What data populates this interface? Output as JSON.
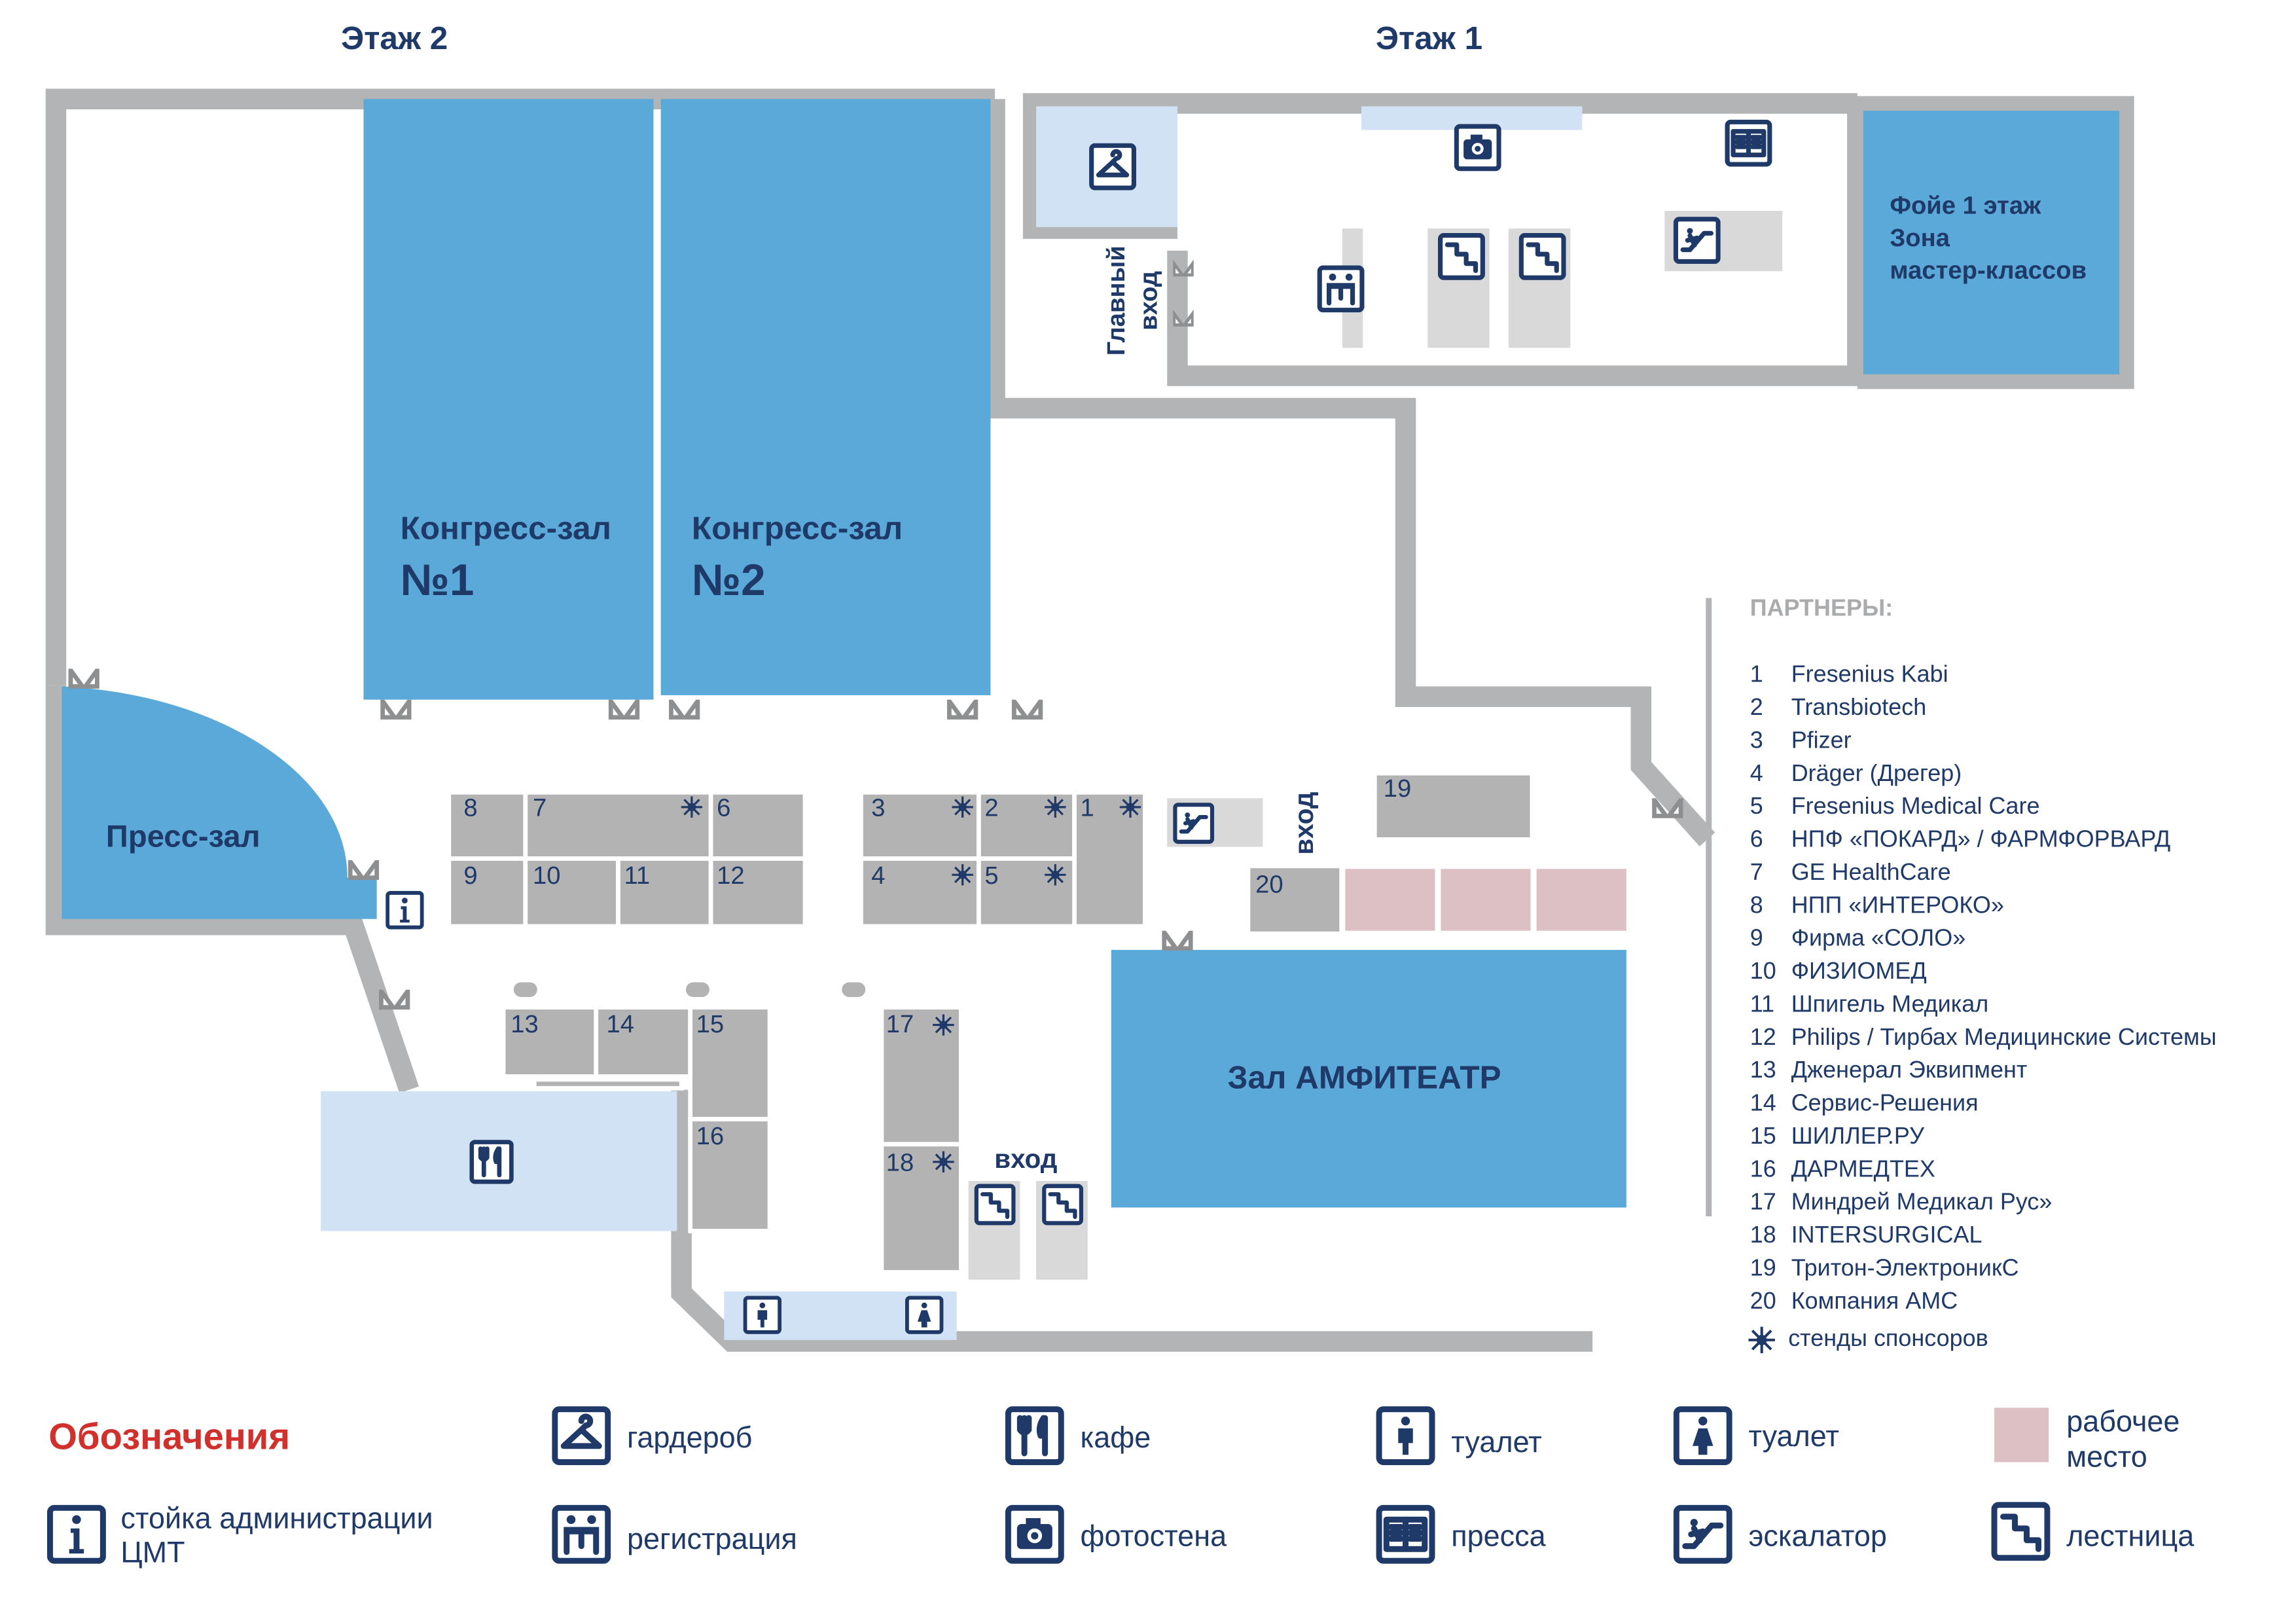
{
  "floors": {
    "floor2": "Этаж 2",
    "floor1": "Этаж 1"
  },
  "rooms": {
    "hall1_line1": "Конгресс-зал",
    "hall1_line2": "№1",
    "hall2_line1": "Конгресс-зал",
    "hall2_line2": "№2",
    "press_hall": "Пресс-зал",
    "foyer_line1": "Фойе 1 этаж",
    "foyer_line2": "Зона",
    "foyer_line3": "мастер-классов",
    "amphitheatre": "Зал АМФИТЕАТР",
    "main_entrance_line1": "Главный",
    "main_entrance_line2": "вход",
    "entrance_upper": "вход",
    "entrance_lower": "вход"
  },
  "booths": [
    "1",
    "2",
    "3",
    "4",
    "5",
    "6",
    "7",
    "8",
    "9",
    "10",
    "11",
    "12",
    "13",
    "14",
    "15",
    "16",
    "17",
    "18",
    "19",
    "20"
  ],
  "partners": {
    "title": "ПАРТНЕРЫ:",
    "items": [
      {
        "num": "1",
        "name": "Fresenius Kabi"
      },
      {
        "num": "2",
        "name": "Transbiotech"
      },
      {
        "num": "3",
        "name": "Pfizer"
      },
      {
        "num": "4",
        "name": "Dräger (Дрегер)"
      },
      {
        "num": "5",
        "name": "Fresenius Medical Care"
      },
      {
        "num": "6",
        "name": "НПФ «ПОКАРД» / ФАРМФОРВАРД"
      },
      {
        "num": "7",
        "name": "GE HealthCare"
      },
      {
        "num": "8",
        "name": "НПП «ИНТЕРОКО»"
      },
      {
        "num": "9",
        "name": "Фирма «СОЛО»"
      },
      {
        "num": "10",
        "name": "ФИЗИОМЕД"
      },
      {
        "num": "11",
        "name": "Шпигель Медикал"
      },
      {
        "num": "12",
        "name": "Philips / Тирбах Медицинские Системы"
      },
      {
        "num": "13",
        "name": "Дженерал Эквипмент"
      },
      {
        "num": "14",
        "name": "Сервис-Решения"
      },
      {
        "num": "15",
        "name": "ШИЛЛЕР.РУ"
      },
      {
        "num": "16",
        "name": "ДАРМЕДТЕХ"
      },
      {
        "num": "17",
        "name": "Миндрей Медикал Рус»"
      },
      {
        "num": "18",
        "name": "INTERSURGICAL"
      },
      {
        "num": "19",
        "name": "Тритон-ЭлектроникС"
      },
      {
        "num": "20",
        "name": "Компания АМС"
      }
    ],
    "sponsor_note": "стенды спонсоров"
  },
  "legend": {
    "title": "Обозначения",
    "cloakroom": "гардероб",
    "cafe": "кафе",
    "toilet_male": "туалет",
    "toilet_female": "туалет",
    "workplace_line1": "рабочее",
    "workplace_line2": "место",
    "admin_line1": "стойка администрации",
    "admin_line2": "ЦМТ",
    "registration": "регистрация",
    "photowall": "фотостена",
    "press": "пресса",
    "escalator": "эскалатор",
    "stairs": "лестница"
  },
  "icons": [
    "cloakroom-icon",
    "cafe-icon",
    "toilet-male-icon",
    "toilet-female-icon",
    "info-icon",
    "registration-icon",
    "photowall-icon",
    "press-icon",
    "escalator-icon",
    "stairs-icon",
    "sponsor-star-icon",
    "door-icon"
  ],
  "colors": {
    "hall": "#5aa9d9",
    "aux": "#d0e2f4",
    "booth": "#b3b3b3",
    "workplace": "#ddc0c4",
    "wall": "#b2b4b6",
    "text": "#1f3a68",
    "legend_title": "#d0312d"
  }
}
